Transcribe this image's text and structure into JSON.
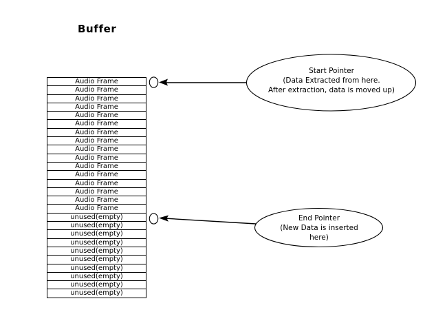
{
  "title": "Buffer",
  "colors": {
    "background": "#ffffff",
    "stroke": "#000000",
    "text": "#000000"
  },
  "buffer": {
    "filled_label": "Audio Frame",
    "empty_label": "unused(empty)",
    "filled_count": 16,
    "empty_count": 10,
    "total_rows": 26,
    "rows": [
      "Audio Frame",
      "Audio Frame",
      "Audio Frame",
      "Audio Frame",
      "Audio Frame",
      "Audio Frame",
      "Audio Frame",
      "Audio Frame",
      "Audio Frame",
      "Audio Frame",
      "Audio Frame",
      "Audio Frame",
      "Audio Frame",
      "Audio Frame",
      "Audio Frame",
      "Audio Frame",
      "unused(empty)",
      "unused(empty)",
      "unused(empty)",
      "unused(empty)",
      "unused(empty)",
      "unused(empty)",
      "unused(empty)",
      "unused(empty)",
      "unused(empty)",
      "unused(empty)"
    ]
  },
  "callouts": {
    "start_pointer": {
      "title": "Start Pointer",
      "line2": "(Data Extracted from here.",
      "line3": "After extraction, data is moved up)"
    },
    "end_pointer": {
      "title": "End Pointer",
      "line2": "(New Data is inserted",
      "line3": "here)"
    }
  }
}
